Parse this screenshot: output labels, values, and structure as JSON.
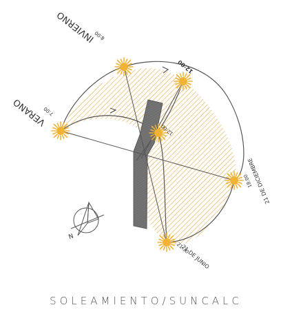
{
  "diagram": {
    "caption": "SOLEAMIENTO/SUNCALC",
    "colors": {
      "sun": "#f2b233",
      "hatch": "#e7b560",
      "building": "#6e6e6e",
      "line": "#555555"
    },
    "labels": {
      "winter": "INVIERNO",
      "summer": "VERANO",
      "winter_start": "8:00",
      "summer_start": "7:00",
      "winter_noon": "12:00",
      "summer_noon": "12:00",
      "winter_end_date": "21 DE DICIEMBRE",
      "winter_end_time": "18:00",
      "summer_end_date": "21 DE JUNIO",
      "summer_end_time": "21:30",
      "north": "N"
    }
  }
}
